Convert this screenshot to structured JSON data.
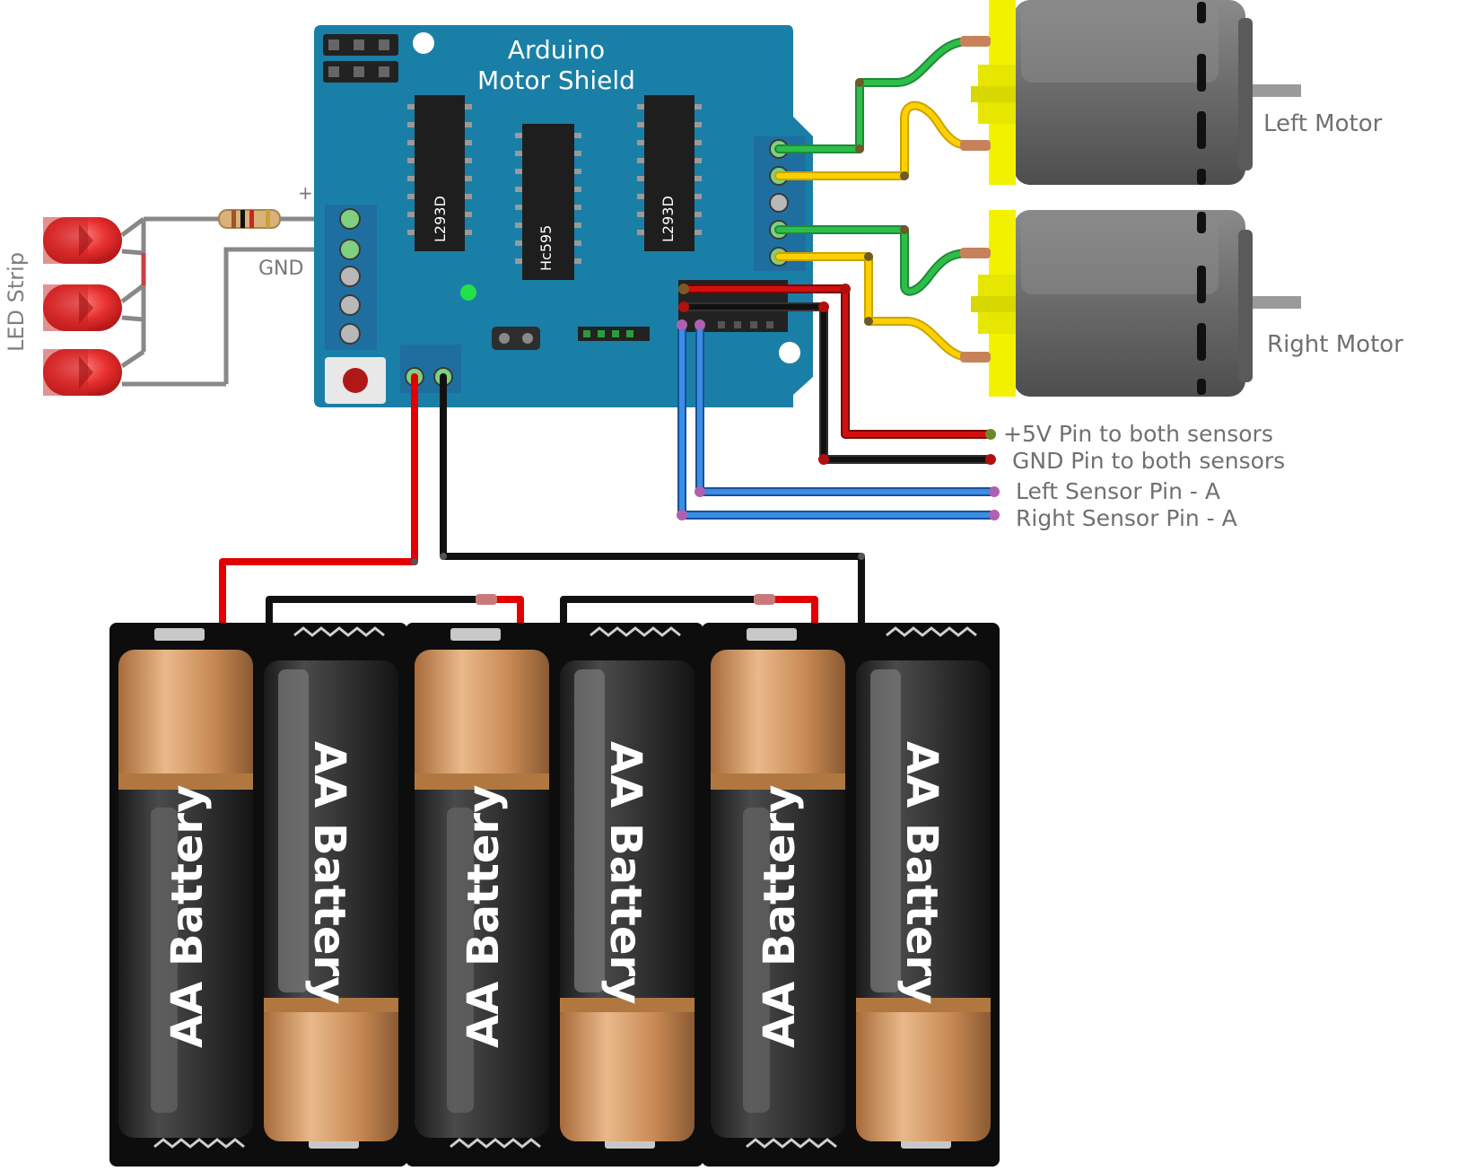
{
  "board": {
    "title_line1": "Arduino",
    "title_line2": "Motor Shield",
    "chip_left": "L293D",
    "chip_mid": "Hc595",
    "chip_right": "L293D",
    "plus_label": "+",
    "gnd_label": "GND"
  },
  "led_label": "LED Strip",
  "motors": {
    "left": "Left Motor",
    "right": "Right Motor"
  },
  "connections": {
    "vcc": "+5V Pin to both sensors",
    "gnd": "GND Pin to both sensors",
    "left_sensor": "Left Sensor Pin - A",
    "right_sensor": "Right Sensor Pin - A"
  },
  "battery_label": "AA Battery",
  "colors": {
    "board": "#1a7fa6",
    "wire_red": "#e30000",
    "wire_black": "#111111",
    "wire_green": "#2dbe4a",
    "wire_yellow": "#ffd000",
    "wire_blue": "#2a7fd6",
    "motor_body": "#6f6f6f",
    "motor_cap": "#f2f200",
    "battery_copper": "#c98a55",
    "battery_body": "#2e2e2e"
  }
}
